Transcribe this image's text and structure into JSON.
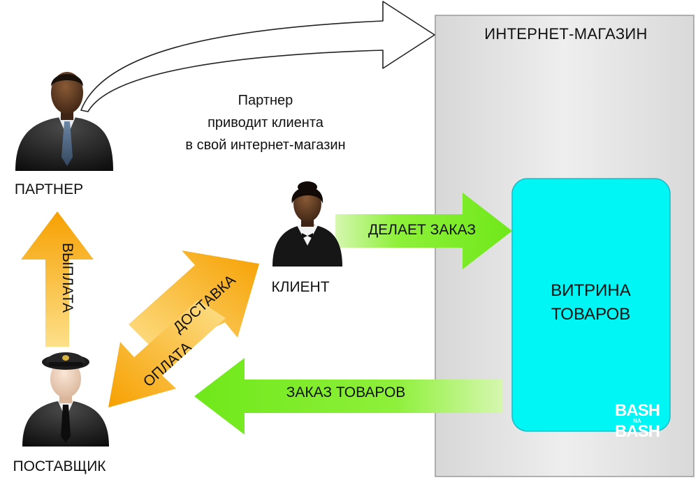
{
  "store": {
    "title": "ИНТЕРНЕТ-МАГАЗИН",
    "storefront_line1": "ВИТРИНА",
    "storefront_line2": "ТОВАРОВ"
  },
  "caption": {
    "line1": "Партнер",
    "line2": "приводит клиента",
    "line3": "в свой интернет-магазин"
  },
  "actors": {
    "partner": "ПАРТНЕР",
    "client": "КЛИЕНТ",
    "supplier": "ПОСТАВЩИК"
  },
  "arrows": {
    "payout": "ВЫПЛАТА",
    "delivery": "ДОСТАВКА",
    "payment": "ОПЛАТА",
    "order": "ДЕЛАЕТ ЗАКАЗ",
    "goods_order": "ЗАКАЗ ТОВАРОВ"
  },
  "logo": {
    "top": "BASH",
    "middle": "NA",
    "bottom": "BASH"
  },
  "colors": {
    "store_panel": "#e3e3e3",
    "storefront": "#00f5f5",
    "green_arrow": "#7cf21f",
    "orange_arrow": "#f9a90a"
  }
}
